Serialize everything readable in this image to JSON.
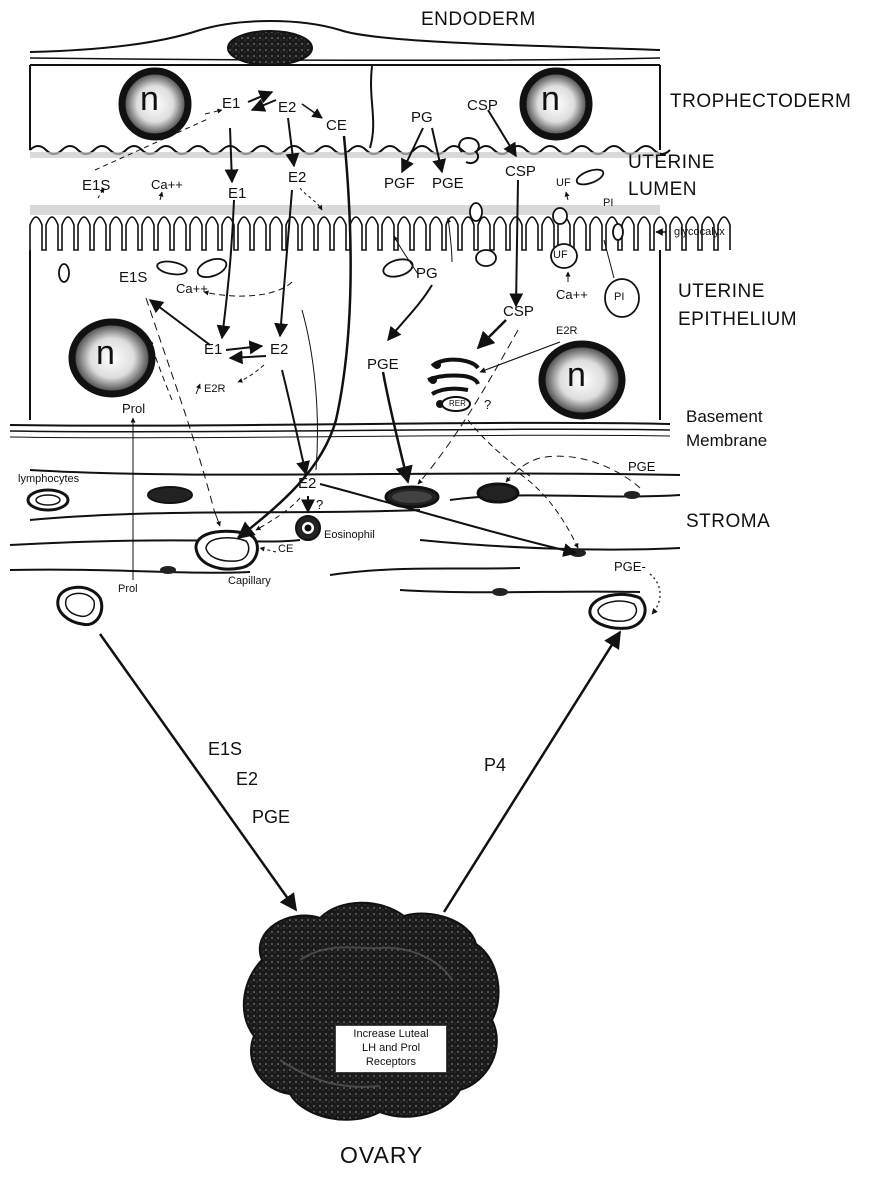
{
  "regions": {
    "endoderm": "ENDODERM",
    "trophectoderm": "TROPHECTODERM",
    "uterine_lumen_1": "UTERINE",
    "uterine_lumen_2": "LUMEN",
    "uterine_epithelium_1": "UTERINE",
    "uterine_epithelium_2": "EPITHELIUM",
    "basement_1": "Basement",
    "basement_2": "Membrane",
    "stroma": "STROMA",
    "ovary": "OVARY"
  },
  "labels": {
    "nucleus": "n",
    "e1": "E1",
    "e2": "E2",
    "e1s": "E1S",
    "ce": "CE",
    "pg": "PG",
    "pgf": "PGF",
    "pge": "PGE",
    "pge_dash": "PGE-",
    "csp": "CSP",
    "ca": "Ca++",
    "uf": "UF",
    "pi": "PI",
    "glycocalyx": "glycocalyx",
    "e2r": "E2R",
    "rer": "RER",
    "question": "?",
    "prol": "Prol",
    "lymphocytes": "lymphocytes",
    "eosinophil": "Eosinophil",
    "capillary": "Capillary",
    "p4": "P4",
    "ovary_box_1": "Increase Luteal",
    "ovary_box_2": "LH and Prol",
    "ovary_box_3": "Receptors"
  }
}
